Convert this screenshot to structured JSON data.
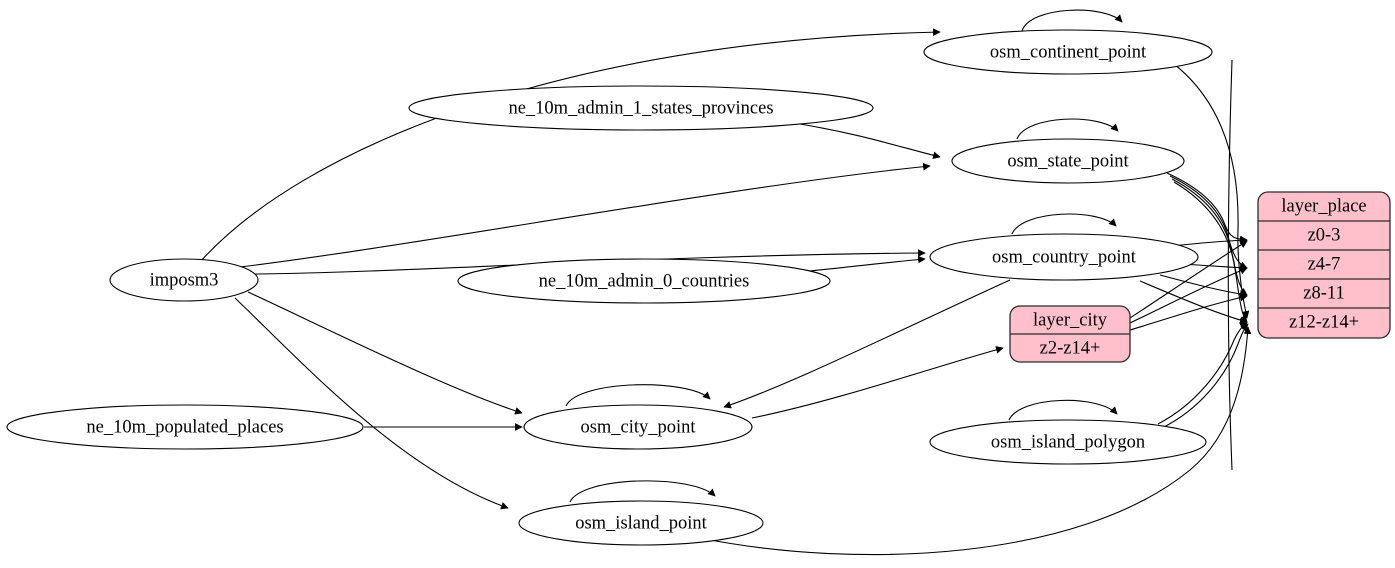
{
  "diagram": {
    "type": "directed-graph",
    "title": "",
    "background_color": "#ffffff",
    "edge_color": "#000000",
    "record_fill_color": "#ffc0cb",
    "record_stroke_color": "#2b2b2b",
    "ellipse_fill_color": "#ffffff"
  },
  "nodes": {
    "imposm3": {
      "label": "imposm3",
      "shape": "ellipse"
    },
    "ne_states": {
      "label": "ne_10m_admin_1_states_provinces",
      "shape": "ellipse"
    },
    "ne_countries": {
      "label": "ne_10m_admin_0_countries",
      "shape": "ellipse"
    },
    "ne_populated": {
      "label": "ne_10m_populated_places",
      "shape": "ellipse"
    },
    "osm_continent_point": {
      "label": "osm_continent_point",
      "shape": "ellipse"
    },
    "osm_state_point": {
      "label": "osm_state_point",
      "shape": "ellipse"
    },
    "osm_country_point": {
      "label": "osm_country_point",
      "shape": "ellipse"
    },
    "osm_city_point": {
      "label": "osm_city_point",
      "shape": "ellipse"
    },
    "osm_island_point": {
      "label": "osm_island_point",
      "shape": "ellipse"
    },
    "osm_island_polygon": {
      "label": "osm_island_polygon",
      "shape": "ellipse"
    }
  },
  "records": {
    "layer_city": {
      "title": "layer_city",
      "rows": [
        "z2-z14+"
      ]
    },
    "layer_place": {
      "title": "layer_place",
      "rows": [
        "z0-3",
        "z4-7",
        "z8-11",
        "z12-z14+"
      ]
    }
  },
  "edges": [
    {
      "from": "imposm3",
      "to": "osm_continent_point"
    },
    {
      "from": "imposm3",
      "to": "osm_state_point"
    },
    {
      "from": "imposm3",
      "to": "osm_country_point"
    },
    {
      "from": "imposm3",
      "to": "osm_city_point"
    },
    {
      "from": "imposm3",
      "to": "osm_island_point"
    },
    {
      "from": "ne_states",
      "to": "osm_state_point"
    },
    {
      "from": "ne_countries",
      "to": "osm_country_point"
    },
    {
      "from": "ne_populated",
      "to": "osm_city_point"
    },
    {
      "from": "osm_continent_point",
      "to": "osm_continent_point"
    },
    {
      "from": "osm_state_point",
      "to": "osm_state_point"
    },
    {
      "from": "osm_country_point",
      "to": "osm_country_point"
    },
    {
      "from": "osm_city_point",
      "to": "osm_city_point"
    },
    {
      "from": "osm_island_point",
      "to": "osm_island_point"
    },
    {
      "from": "osm_island_polygon",
      "to": "osm_island_polygon"
    },
    {
      "from": "osm_continent_point",
      "to": "layer_place"
    },
    {
      "from": "osm_state_point",
      "to": "layer_place"
    },
    {
      "from": "osm_country_point",
      "to": "layer_place"
    },
    {
      "from": "osm_city_point",
      "to": "layer_city"
    },
    {
      "from": "osm_island_point",
      "to": "layer_place"
    },
    {
      "from": "osm_island_polygon",
      "to": "layer_place"
    },
    {
      "from": "layer_city",
      "to": "layer_place"
    }
  ]
}
